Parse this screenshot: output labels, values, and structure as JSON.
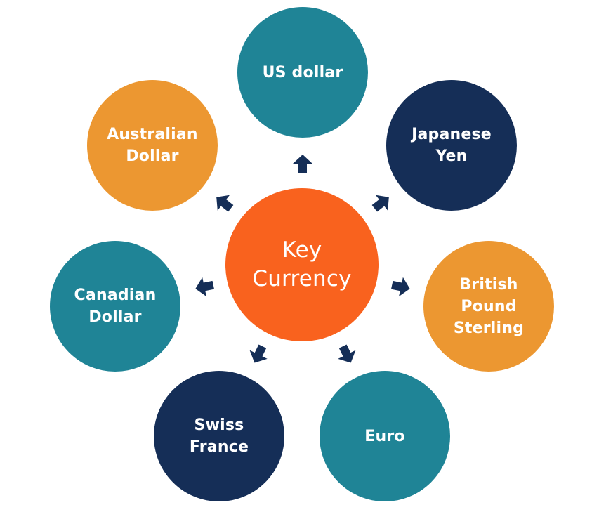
{
  "diagram": {
    "center": {
      "label": "Key\nCurrency",
      "color": "#f9621e"
    },
    "nodes": [
      {
        "id": "us-dollar",
        "label": "US dollar",
        "color": "#1f8496"
      },
      {
        "id": "japanese-yen",
        "label": "Japanese\nYen",
        "color": "#152e57"
      },
      {
        "id": "british-pound-sterling",
        "label": "British\nPound\nSterling",
        "color": "#ec9731"
      },
      {
        "id": "euro",
        "label": "Euro",
        "color": "#1f8496"
      },
      {
        "id": "swiss-france",
        "label": "Swiss\nFrance",
        "color": "#152e57"
      },
      {
        "id": "canadian-dollar",
        "label": "Canadian\nDollar",
        "color": "#1f8496"
      },
      {
        "id": "australian-dollar",
        "label": "Australian\nDollar",
        "color": "#ec9731"
      }
    ],
    "arrow_color": "#152e57",
    "arrow_icon": "arrow-outward-icon"
  }
}
